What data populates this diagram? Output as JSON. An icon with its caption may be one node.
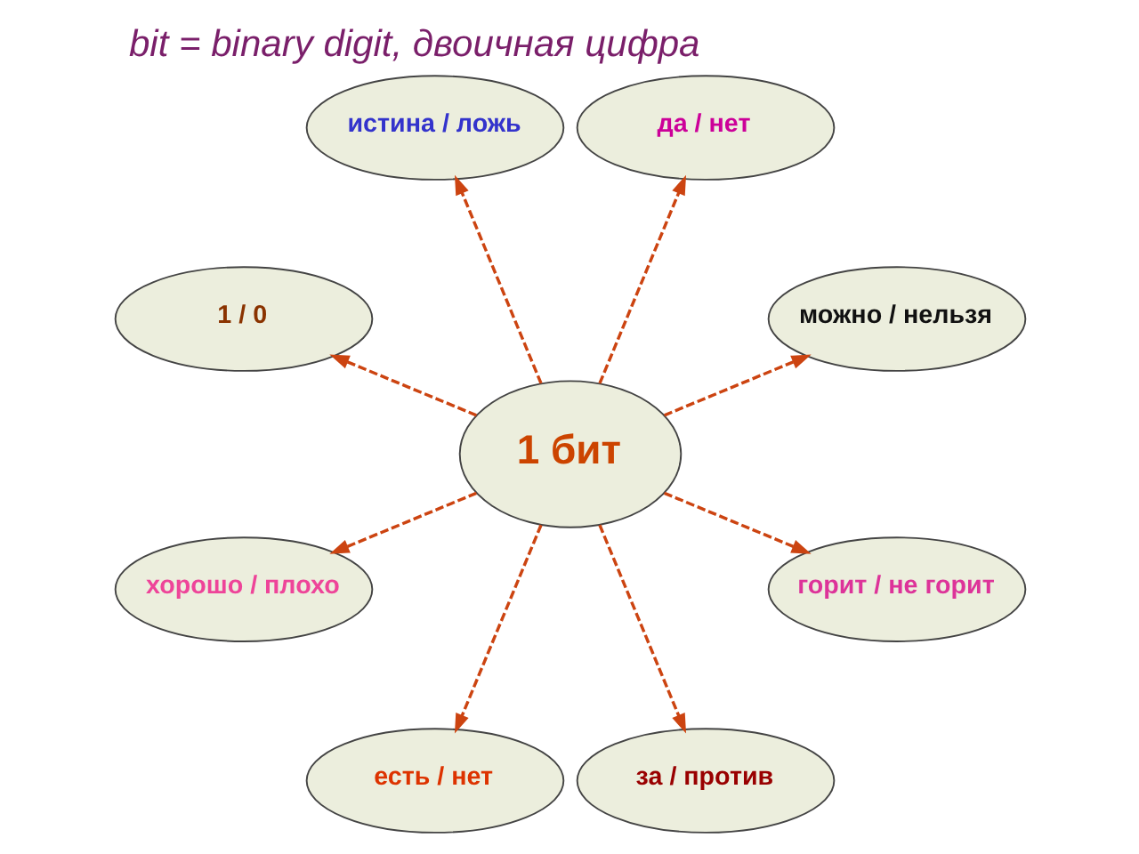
{
  "diagram": {
    "title": "bit = binary digit, двоичная цифра",
    "nodes": [
      {
        "text": [
          "можно / нельзя"
        ]
      },
      {
        "text": [
          "да / нет"
        ]
      },
      {
        "text": [
          "истина / ложь"
        ]
      },
      {
        "text": [
          "1 бит"
        ]
      },
      {
        "text": [
          "1 / 0"
        ]
      },
      {
        "text": [
          "хорошо / плохо"
        ]
      },
      {
        "text": [
          "есть / нет"
        ]
      },
      {
        "text": [
          "за / против"
        ]
      },
      {
        "text": [
          "горит / не горит"
        ]
      }
    ],
    "edges": [
      {
        "from": 3,
        "to": 0,
        "arrow": "to",
        "style": "dashed"
      },
      {
        "from": 3,
        "to": 2,
        "arrow": "to",
        "style": "dashed"
      },
      {
        "from": 3,
        "to": 5,
        "arrow": "to",
        "style": "dashed"
      },
      {
        "from": 3,
        "to": 6,
        "arrow": "to",
        "style": "dashed"
      },
      {
        "from": 3,
        "to": 8,
        "arrow": "to",
        "style": "dashed"
      },
      {
        "from": 3,
        "to": 7,
        "arrow": "to",
        "style": "dashed"
      },
      {
        "from": 3,
        "to": 4,
        "arrow": "to",
        "style": "dashed"
      },
      {
        "from": 3,
        "to": 1,
        "arrow": "to",
        "style": "dashed"
      }
    ]
  }
}
